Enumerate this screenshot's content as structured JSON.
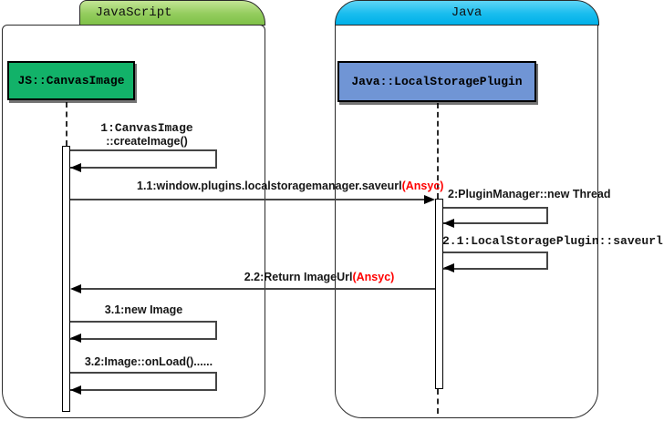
{
  "frames": [
    {
      "title": "JavaScript"
    },
    {
      "title": "Java"
    }
  ],
  "objects": [
    {
      "label": "JS::CanvasImage"
    },
    {
      "label": "Java::LocalStoragePlugin"
    }
  ],
  "messages": [
    {
      "line1": "1:CanvasImage",
      "line2": "::createImage()",
      "type": "self"
    },
    {
      "label": "1.1:window.plugins.localstoragemanager.saveurl",
      "note": "(Ansyc)",
      "type": "call"
    },
    {
      "label": "2:PluginManager::new Thread",
      "type": "self"
    },
    {
      "label": "2.1:LocalStoragePlugin::saveurl",
      "type": "self"
    },
    {
      "label": "2.2:Return ImageUrl",
      "note": "(Ansyc)",
      "type": "return"
    },
    {
      "label": "3.1:new Image",
      "type": "self"
    },
    {
      "label": "3.2:Image::onLoad()......",
      "type": "self"
    }
  ],
  "colors": {
    "tab_javascript": "#8cc957",
    "tab_java": "#17bbee",
    "object_javascript_fill": "#12b269",
    "object_java_fill": "#7095d5",
    "async_note_color": "#ff0000",
    "line_color": "#454545"
  }
}
